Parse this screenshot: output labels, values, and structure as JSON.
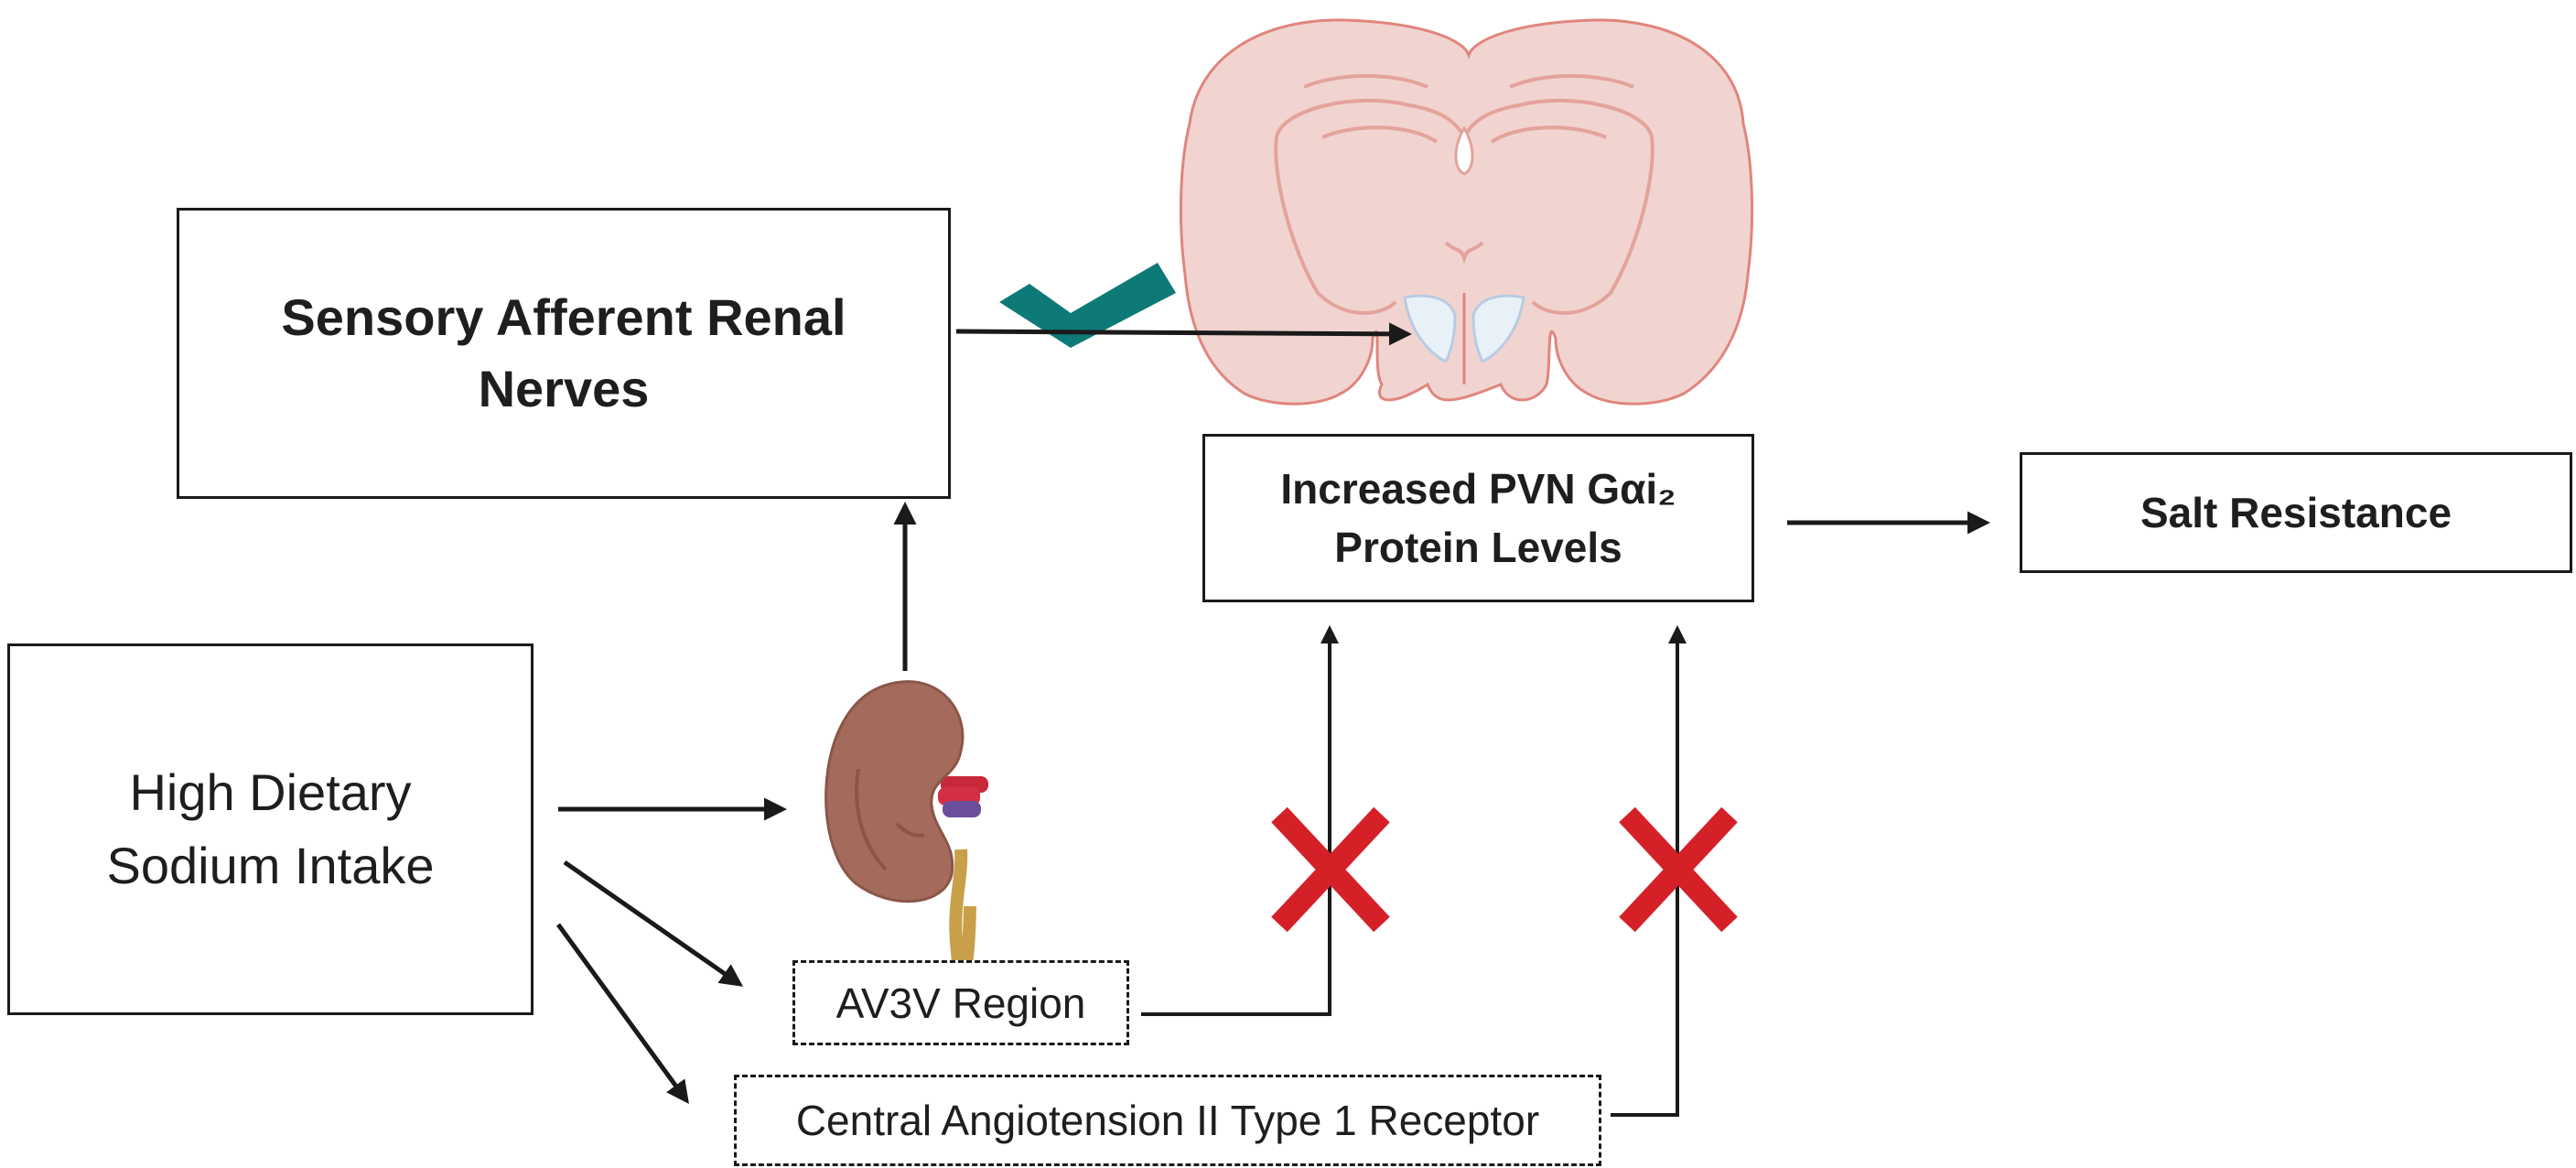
{
  "boxes": {
    "sensory": {
      "line1": "Sensory Afferent Renal",
      "line2": "Nerves"
    },
    "pvn": {
      "line1": "Increased PVN Gαi₂",
      "line2": "Protein Levels"
    },
    "salt": {
      "label": "Salt Resistance"
    },
    "sodium": {
      "line1": "High Dietary",
      "line2": "Sodium Intake"
    },
    "av3v": {
      "label": "AV3V Region"
    },
    "at1": {
      "label": "Central Angiotension II Type 1 Receptor"
    }
  },
  "icons": {
    "brain": "brain-coronal-section-icon",
    "kidney": "kidney-icon",
    "check": "check-icon",
    "cross": "cross-icon"
  },
  "colors": {
    "check": "#0d7a78",
    "cross": "#d52027",
    "brain_fill": "#f1d4cf",
    "brain_stroke": "#e0857d",
    "kidney": "#a46b5c"
  }
}
